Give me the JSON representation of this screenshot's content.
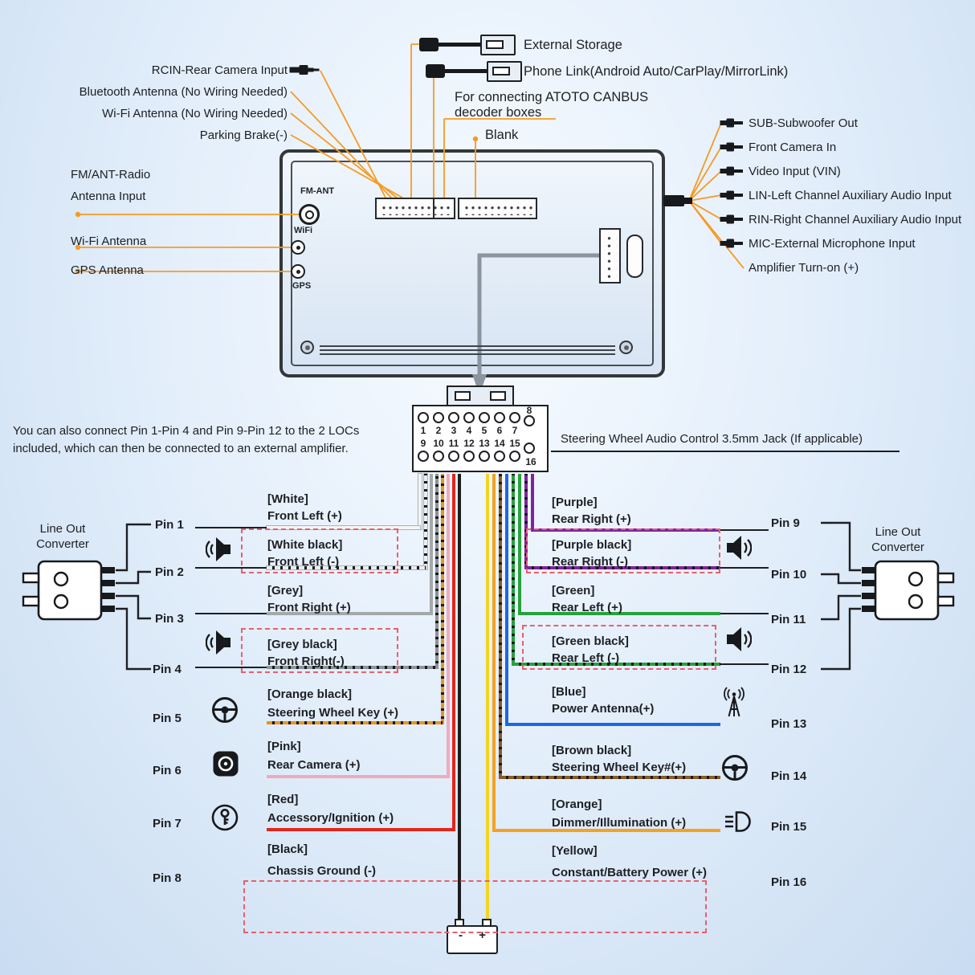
{
  "colors": {
    "line_orange": "#f59b24",
    "dashed_red": "#e8606e",
    "arrow_gray": "#8c949d"
  },
  "top_labels": {
    "external_storage": "External Storage",
    "phone_link": "Phone Link(Android Auto/CarPlay/MirrorLink)",
    "rcin": "RCIN-Rear Camera Input",
    "bluetooth": "Bluetooth Antenna (No Wiring Needed)",
    "wifi_nw": "Wi-Fi Antenna (No Wiring Needed)",
    "parking_brake": "Parking Brake(-)",
    "canbus_line1": "For connecting ATOTO CANBUS",
    "canbus_line2": "decoder boxes",
    "blank": "Blank"
  },
  "left_labels": {
    "fm_line1": "FM/ANT-Radio",
    "fm_line2": "Antenna Input",
    "wifi": "Wi-Fi Antenna",
    "gps": "GPS Antenna"
  },
  "right_labels": [
    "SUB-Subwoofer Out",
    "Front Camera In",
    "Video Input (VIN)",
    "LIN-Left Channel Auxiliary Audio Input",
    "RIN-Right Channel Auxiliary Audio Input",
    "MIC-External Microphone Input",
    "Amplifier Turn-on (+)"
  ],
  "head_unit": {
    "fm_ant": "FM-ANT",
    "wifi": "WiFi",
    "gps": "GPS"
  },
  "connector": {
    "pins_top": [
      "1",
      "2",
      "3",
      "4",
      "5",
      "6",
      "7",
      "8"
    ],
    "pins_bottom": [
      "9",
      "10",
      "11",
      "12",
      "13",
      "14",
      "15",
      "16"
    ]
  },
  "notes": {
    "loc_line1": "You can also connect Pin 1-Pin 4 and Pin 9-Pin 12 to the 2 LOCs",
    "loc_line2": "included, which can then be connected to an external amplifier.",
    "swc": "Steering Wheel Audio Control 3.5mm Jack (If applicable)"
  },
  "loc_label": "Line Out Converter",
  "battery": {
    "label": "- +"
  },
  "icons": [
    "speaker",
    "speaker",
    "steering-wheel",
    "rear-camera",
    "ignition",
    "speaker",
    "speaker",
    "power-antenna",
    "steering-wheel",
    "dimmer"
  ],
  "pins": [
    {
      "pin": "Pin 1",
      "color": "[White]",
      "desc": "Front Left (+)",
      "wire": "#f4f4f4",
      "stripe": false,
      "light": true
    },
    {
      "pin": "Pin 2",
      "color": "[White black]",
      "desc": "Front Left (-)",
      "wire": "#ececec",
      "stripe": true,
      "light": true
    },
    {
      "pin": "Pin 3",
      "color": "[Grey]",
      "desc": "Front Right (+)",
      "wire": "#a4a8ab",
      "stripe": false,
      "light": false
    },
    {
      "pin": "Pin 4",
      "color": "[Grey black]",
      "desc": "Front Right(-)",
      "wire": "#8f9396",
      "stripe": true,
      "light": false
    },
    {
      "pin": "Pin 5",
      "color": "[Orange black]",
      "desc": "Steering Wheel Key (+)",
      "wire": "#e8951d",
      "stripe": true,
      "light": false
    },
    {
      "pin": "Pin 6",
      "color": "[Pink]",
      "desc": "Rear Camera (+)",
      "wire": "#f2a9bd",
      "stripe": false,
      "light": false
    },
    {
      "pin": "Pin 7",
      "color": "[Red]",
      "desc": "Accessory/Ignition (+)",
      "wire": "#e2251b",
      "stripe": false,
      "light": false
    },
    {
      "pin": "Pin 8",
      "color": "[Black]",
      "desc": "Chassis Ground (-)",
      "wire": "#1b1d1f",
      "stripe": false,
      "light": false
    },
    {
      "pin": "Pin 9",
      "color": "[Purple]",
      "desc": "Rear Right (+)",
      "wire": "#8023a0",
      "stripe": false,
      "light": false
    },
    {
      "pin": "Pin 10",
      "color": "[Purple black]",
      "desc": "Rear Right (-)",
      "wire": "#8023a0",
      "stripe": true,
      "light": false
    },
    {
      "pin": "Pin 11",
      "color": "[Green]",
      "desc": "Rear Left (+)",
      "wire": "#27a13c",
      "stripe": false,
      "light": false
    },
    {
      "pin": "Pin 12",
      "color": "[Green black]",
      "desc": "Rear Left (-)",
      "wire": "#27a13c",
      "stripe": true,
      "light": false
    },
    {
      "pin": "Pin 13",
      "color": "[Blue]",
      "desc": "Power Antenna(+)",
      "wire": "#1f66e0",
      "stripe": false,
      "light": false
    },
    {
      "pin": "Pin 14",
      "color": "[Brown black]",
      "desc": "Steering Wheel Key#(+)",
      "wire": "#8a5a23",
      "stripe": true,
      "light": false
    },
    {
      "pin": "Pin 15",
      "color": "[Orange]",
      "desc": "Dimmer/Illumination (+)",
      "wire": "#f5a21d",
      "stripe": false,
      "light": false
    },
    {
      "pin": "Pin 16",
      "color": "[Yellow]",
      "desc": "Constant/Battery Power (+)",
      "wire": "#f4d41f",
      "stripe": false,
      "light": false
    }
  ]
}
